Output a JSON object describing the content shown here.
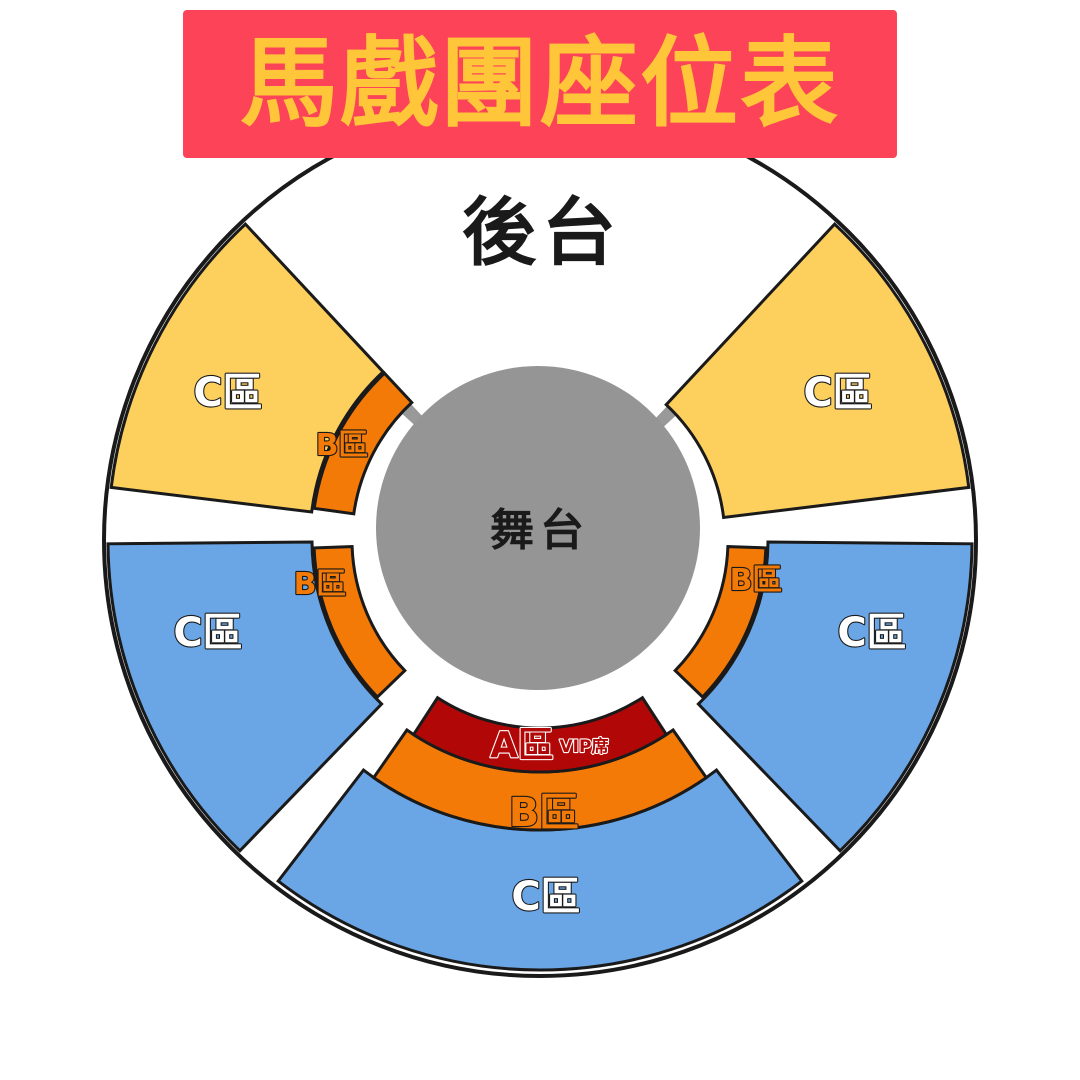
{
  "title": "馬戲團座位表",
  "colors": {
    "banner_bg": "#fc4358",
    "banner_text": "#ffc63a",
    "zone_a": "#b20707",
    "zone_b": "#f37a07",
    "zone_c_blue": "#6aa6e6",
    "zone_c_yellow": "#fdd05e",
    "stage": "#959595",
    "walkway": "#999999",
    "outline": "#1a1a1a",
    "label_dark": "#1a1a1a"
  },
  "backstage_label": "後台",
  "stage_label": "舞台",
  "zones": {
    "a_label": "A區",
    "a_note": "VIP席",
    "b_label": "B區",
    "c_label": "C區"
  }
}
